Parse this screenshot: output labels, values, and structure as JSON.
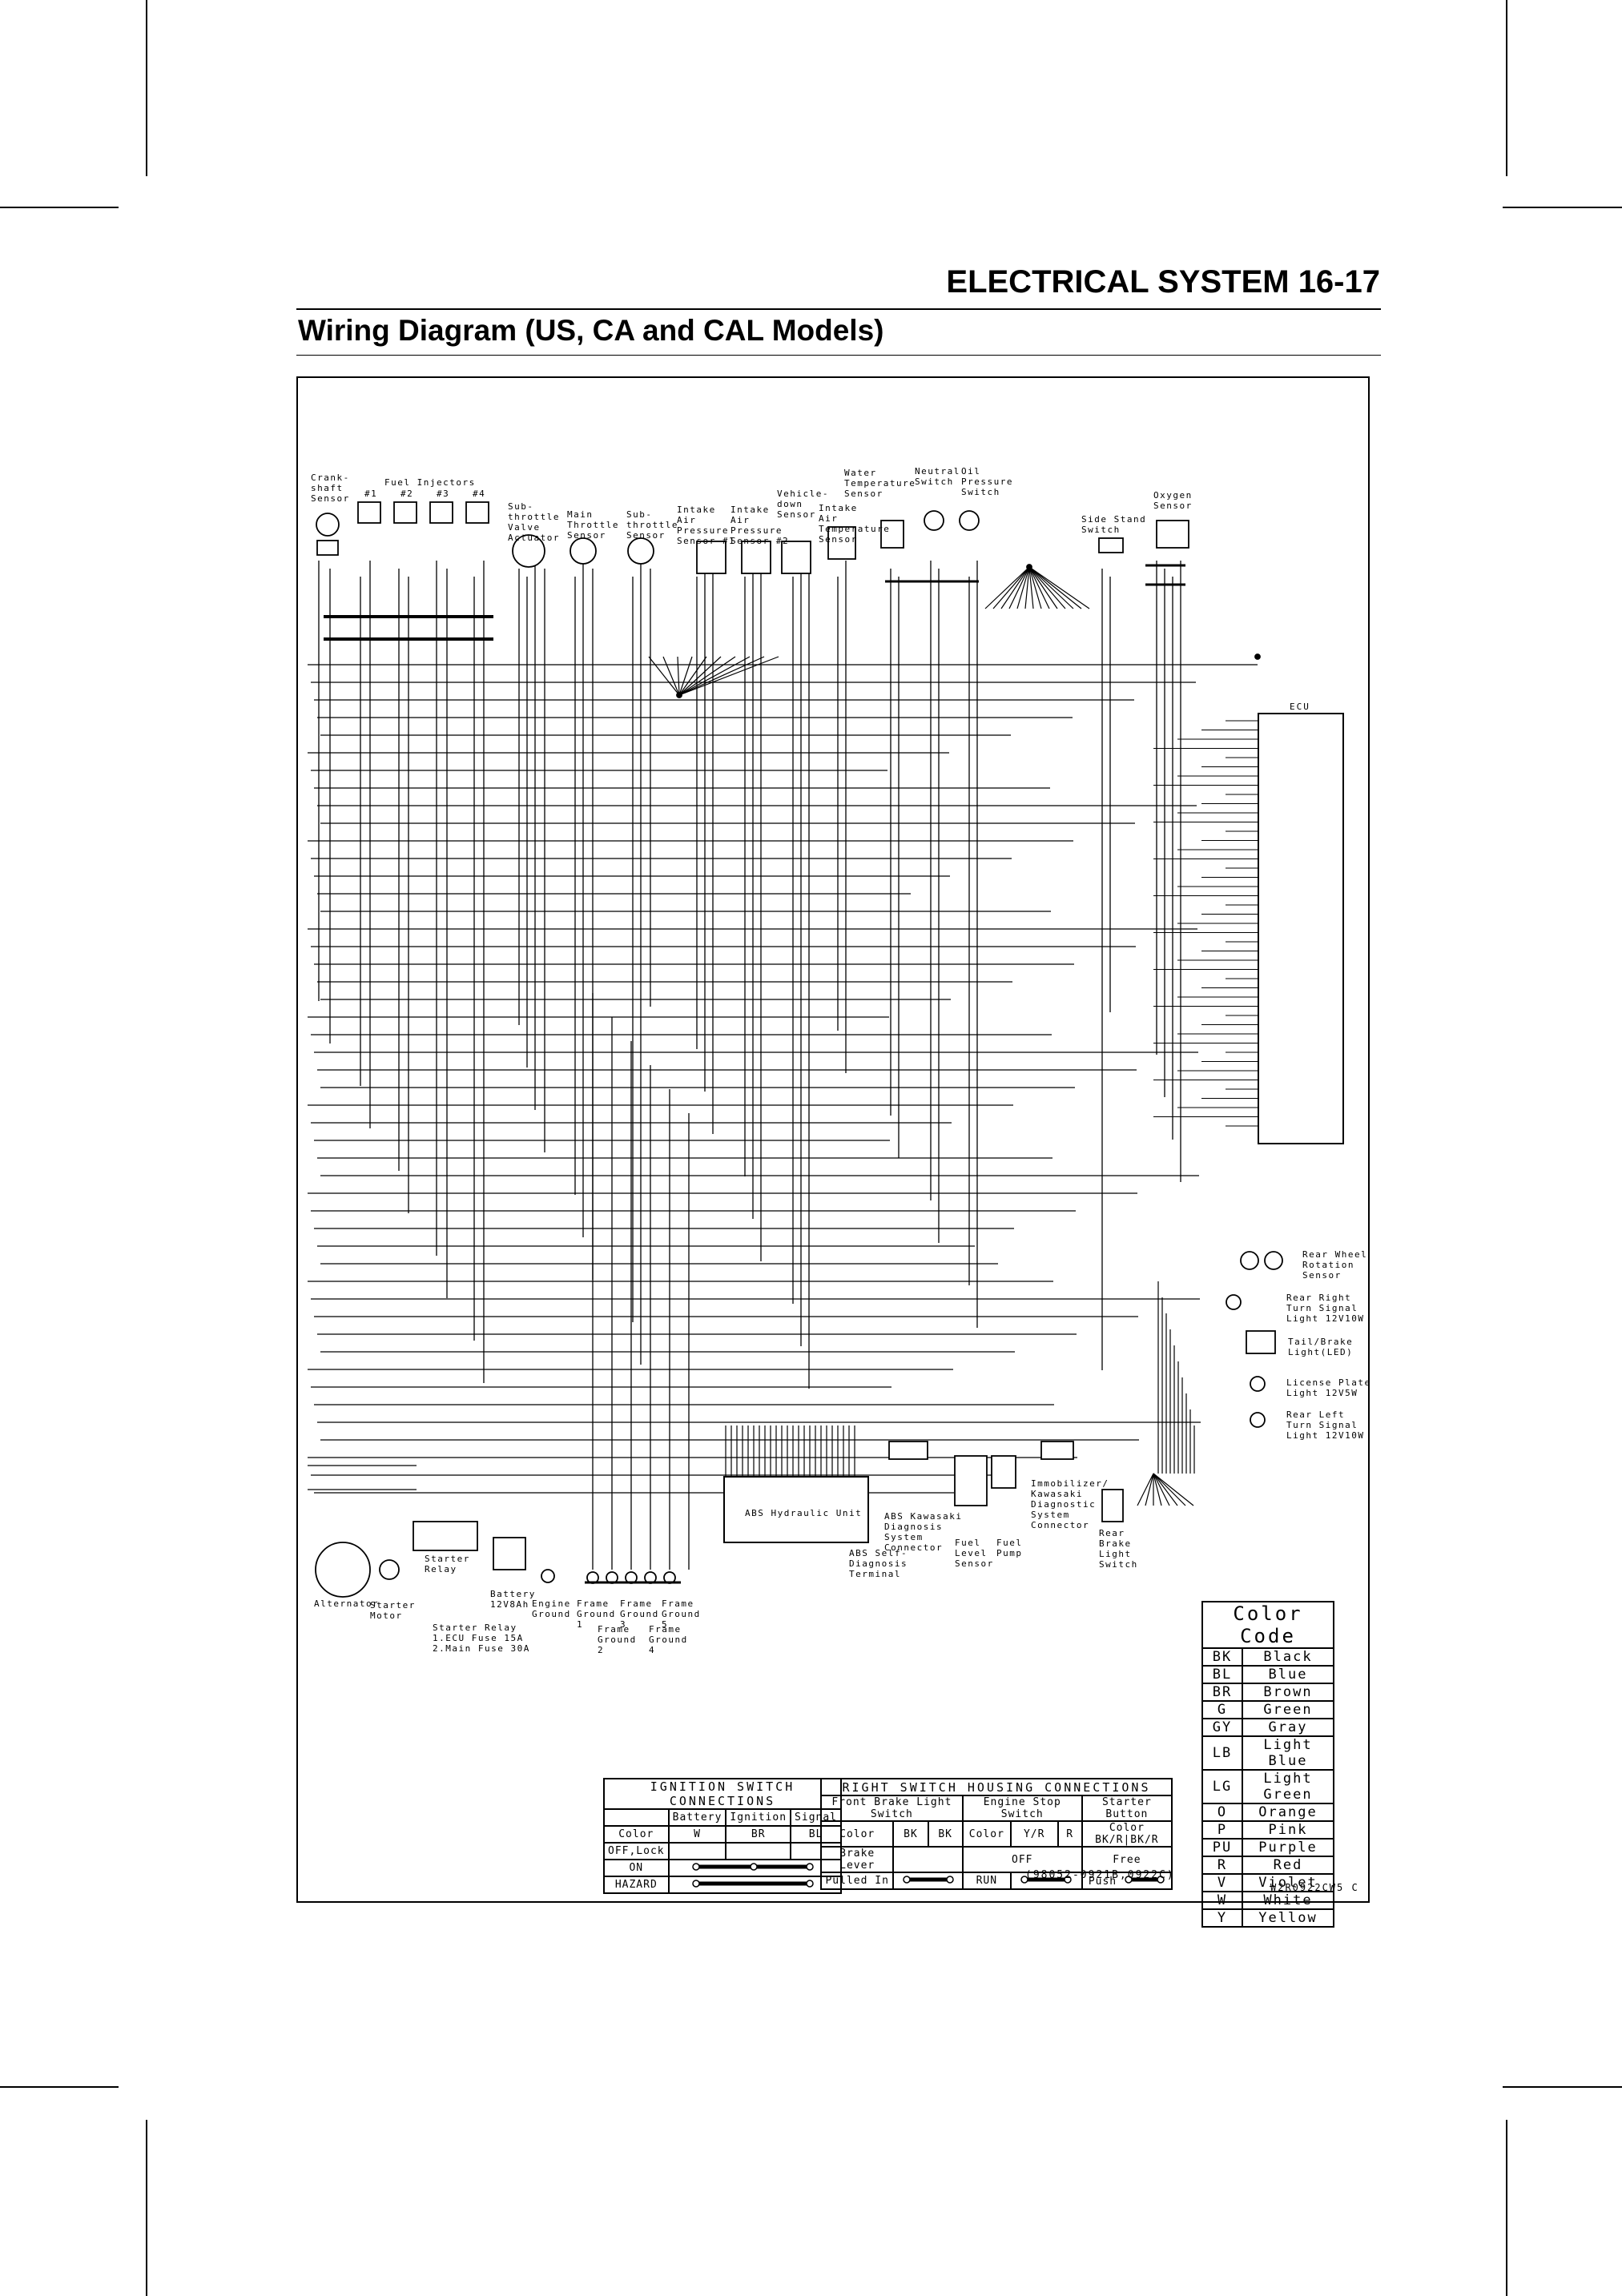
{
  "header": {
    "section": "ELECTRICAL SYSTEM 16-17",
    "title": "Wiring Diagram (US, CA and CAL Models)"
  },
  "components": {
    "crankshaft_sensor": "Crank-\nshaft\nSensor",
    "fuel_injectors": "Fuel Injectors",
    "inj1": "#1",
    "inj2": "#2",
    "inj3": "#3",
    "inj4": "#4",
    "sub_throttle_actuator": "Sub-\nthrottle\nValve\nActuator",
    "main_throttle_sensor": "Main\nThrottle\nSensor",
    "sub_throttle_sensor": "Sub-\nthrottle\nSensor",
    "iap1": "Intake\nAir\nPressure\nSensor #1",
    "iap2": "Intake\nAir\nPressure\nSensor #2",
    "vehicle_down": "Vehicle-\ndown\nSensor",
    "iat": "Intake\nAir\nTemperature\nSensor",
    "water_temp": "Water\nTemperature\nSensor",
    "neutral_sw": "Neutral\nSwitch",
    "oil_pressure": "Oil\nPressure\nSwitch",
    "side_stand": "Side Stand\nSwitch",
    "oxygen": "Oxygen\nSensor",
    "ecu": "ECU",
    "rear_wheel": "Rear Wheel\nRotation\nSensor",
    "rear_right_turn": "Rear Right\nTurn Signal\nLight 12V10W",
    "tail_brake": "Tail/Brake\nLight(LED)",
    "license_plate": "License Plate\nLight 12V5W",
    "rear_left_turn": "Rear Left\nTurn Signal\nLight 12V10W",
    "abs_unit": "ABS Hydraulic Unit",
    "abs_kawasaki": "ABS Kawasaki\nDiagnosis\nSystem\nConnector",
    "abs_self": "ABS Self-\nDiagnosis\nTerminal",
    "fuel_level": "Fuel\nLevel\nSensor",
    "fuel_pump": "Fuel\nPump",
    "immobilizer": "Immobilizer/\nKawasaki\nDiagnostic\nSystem\nConnector",
    "rear_brake_sw": "Rear\nBrake\nLight\nSwitch",
    "alternator": "Alternator",
    "starter_motor": "Starter\nMotor",
    "starter_relay": "Starter\nRelay",
    "battery": "Battery\n12V8Ah",
    "engine_ground": "Engine\nGround",
    "frame_ground_1": "Frame\nGround\n1",
    "frame_ground_2": "Frame\nGround\n2",
    "frame_ground_3": "Frame\nGround\n3",
    "frame_ground_4": "Frame\nGround\n4",
    "frame_ground_5": "Frame\nGround\n5",
    "relay_note": "Starter Relay\n1.ECU Fuse 15A\n2.Main Fuse 30A"
  },
  "color_code": {
    "title": "Color Code",
    "rows": [
      [
        "BK",
        "Black"
      ],
      [
        "BL",
        "Blue"
      ],
      [
        "BR",
        "Brown"
      ],
      [
        "G",
        "Green"
      ],
      [
        "GY",
        "Gray"
      ],
      [
        "LB",
        "Light Blue"
      ],
      [
        "LG",
        "Light Green"
      ],
      [
        "O",
        "Orange"
      ],
      [
        "P",
        "Pink"
      ],
      [
        "PU",
        "Purple"
      ],
      [
        "R",
        "Red"
      ],
      [
        "V",
        "Violet"
      ],
      [
        "W",
        "White"
      ],
      [
        "Y",
        "Yellow"
      ]
    ]
  },
  "ignition_table": {
    "title": "IGNITION SWITCH CONNECTIONS",
    "cols": [
      "Battery",
      "Ignition",
      "Signal"
    ],
    "color_label": "Color",
    "colors": [
      "W",
      "BR",
      "BL"
    ],
    "rows": [
      "OFF,Lock",
      "ON",
      "HAZARD"
    ]
  },
  "right_switch_table": {
    "title": "RIGHT SWITCH HOUSING CONNECTIONS",
    "groups": [
      "Front Brake Light Switch",
      "Engine Stop  Switch",
      "Starter Button"
    ],
    "color_label": "Color",
    "fb_colors": [
      "BK",
      "BK"
    ],
    "es_colors": [
      "Y/R",
      "R"
    ],
    "sb_colors": [
      "BK/R",
      "BK/R"
    ],
    "rows": [
      {
        "fb": "Brake Lever",
        "es": "OFF",
        "sb": "Free"
      },
      {
        "fb": "Pulled In",
        "es": "RUN",
        "sb": "Push"
      }
    ]
  },
  "part_numbers": "(98052-0921B,0922C)",
  "drawing_code": "W2R0922CW5 C"
}
